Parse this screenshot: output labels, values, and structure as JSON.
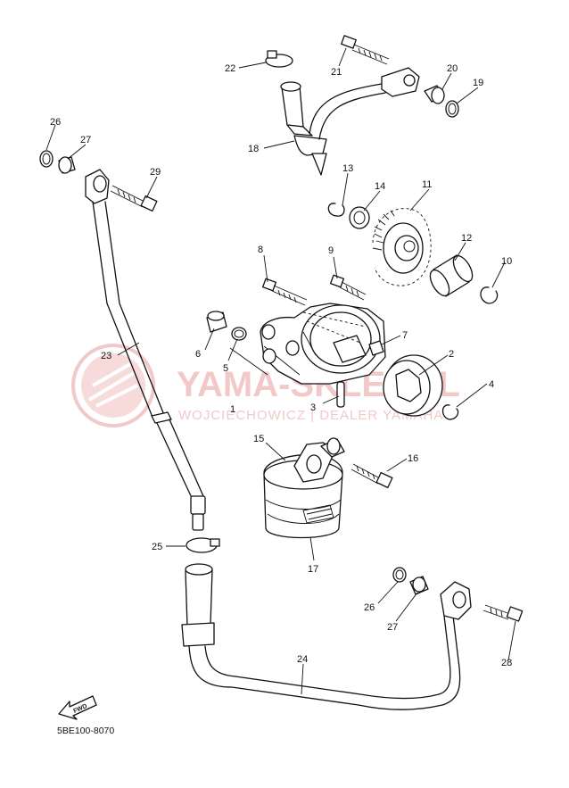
{
  "diagram": {
    "code": "5BE100-8070",
    "fwd_label": "FWD",
    "watermark": {
      "main": "YAMA-SKLEP.PL",
      "sub": "WOJCIECHOWICZ | DEALER YAMAHA"
    },
    "callouts": [
      "1",
      "2",
      "3",
      "4",
      "5",
      "6",
      "7",
      "8",
      "9",
      "10",
      "11",
      "12",
      "13",
      "14",
      "15",
      "16",
      "17",
      "18",
      "19",
      "20",
      "21",
      "22",
      "23",
      "24",
      "25",
      "26",
      "27",
      "28",
      "29"
    ],
    "colors": {
      "line": "#111111",
      "watermark": "#f2c9c9",
      "background": "#ffffff"
    }
  }
}
